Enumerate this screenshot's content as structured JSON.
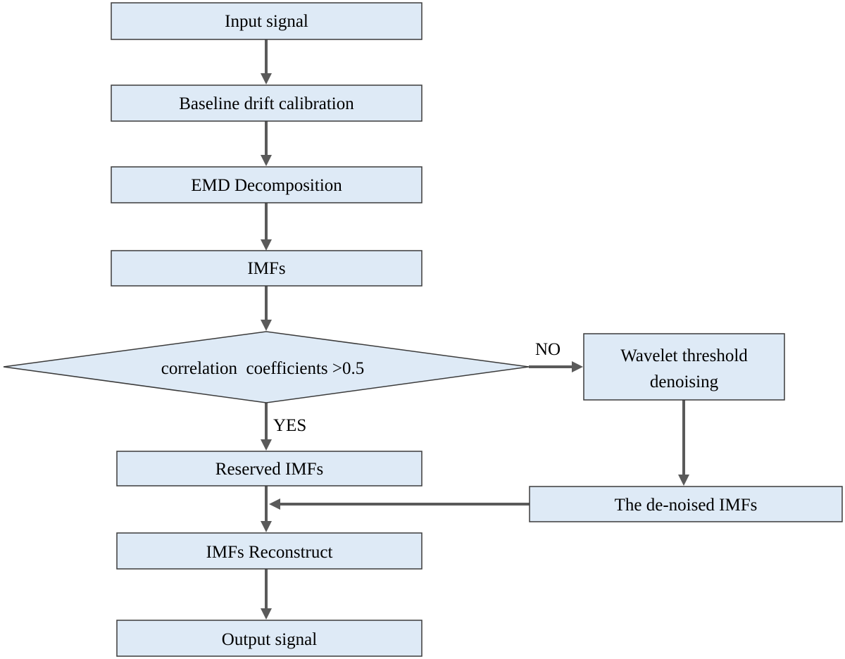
{
  "nodes": {
    "input": "Input signal",
    "baseline": "Baseline drift calibration",
    "emd": "EMD Decomposition",
    "imfs": "IMFs",
    "decision": "correlation  coefficients >0.5",
    "wavelet_line1": "Wavelet threshold",
    "wavelet_line2": "denoising",
    "reserved": "Reserved IMFs",
    "denoised": "The de-noised IMFs",
    "reconstruct": "IMFs Reconstruct",
    "output": "Output signal"
  },
  "labels": {
    "no": "NO",
    "yes": "YES"
  },
  "colors": {
    "box_fill": "#deeaf6",
    "border": "#3b3b3b",
    "arrow": "#5a5a5a"
  }
}
